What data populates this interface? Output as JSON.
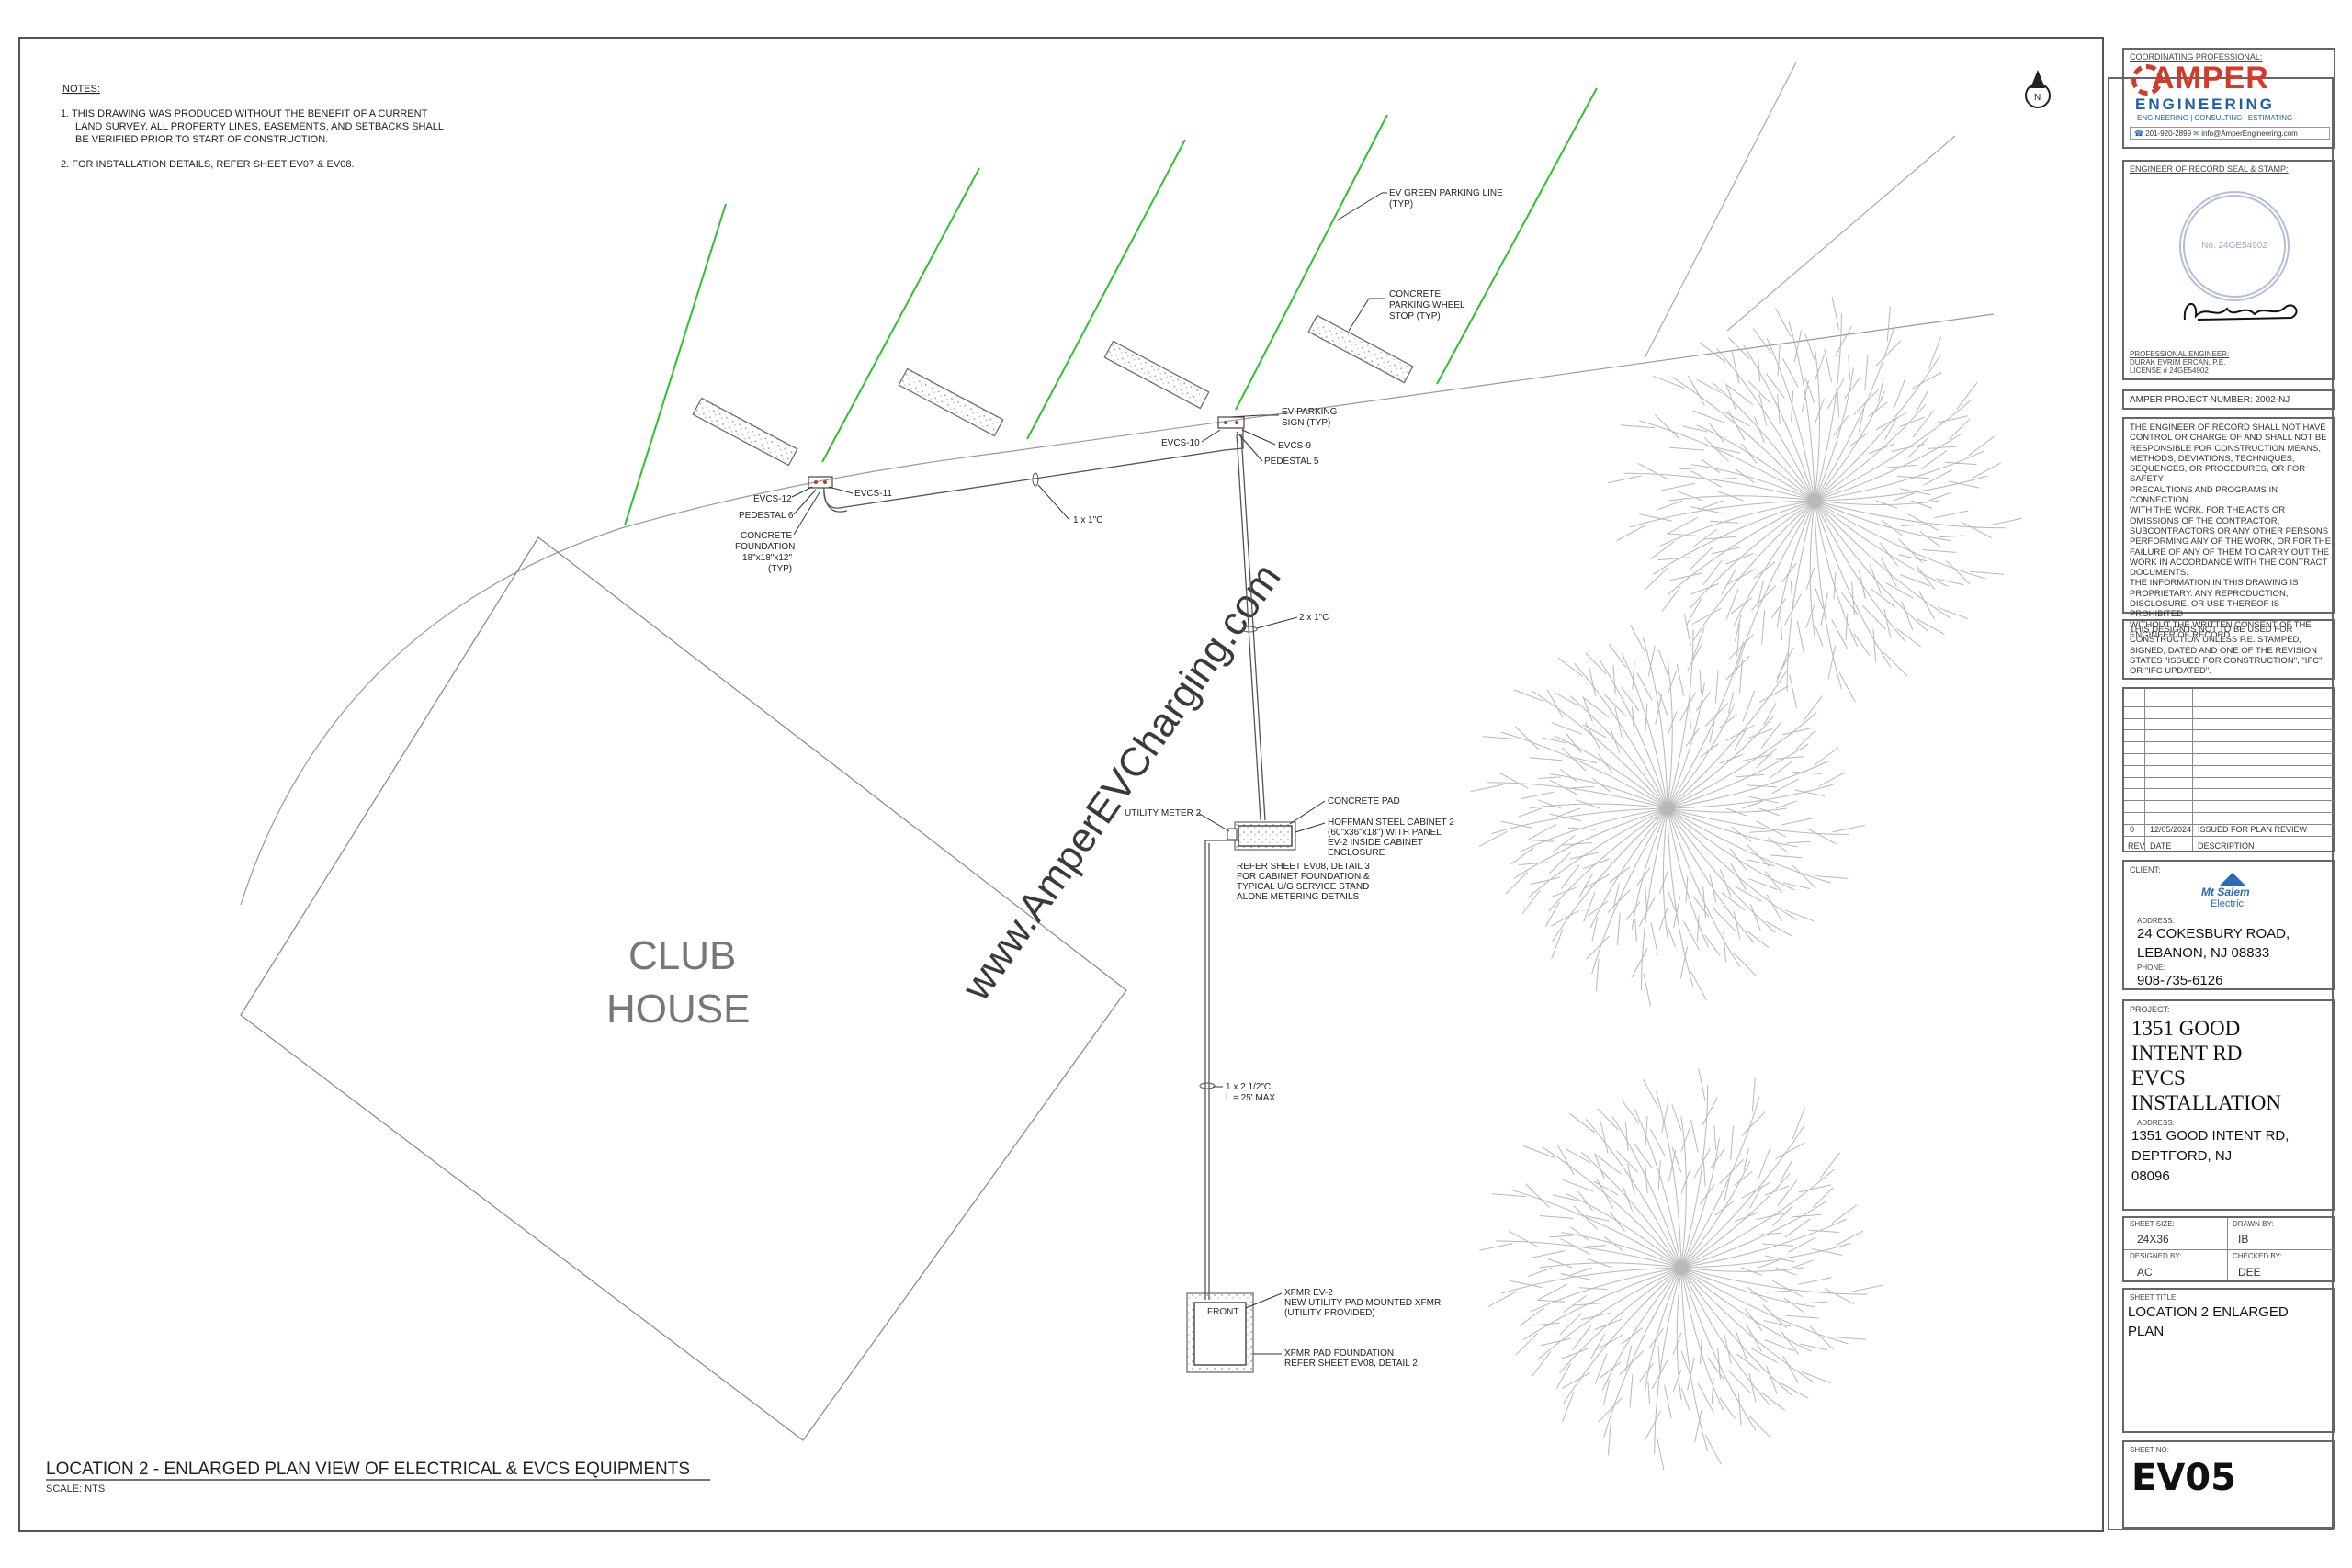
{
  "notes": {
    "header": "NOTES:",
    "item1": [
      "1.  THIS DRAWING WAS PRODUCED WITHOUT THE BENEFIT OF A CURRENT",
      "LAND SURVEY. ALL PROPERTY LINES, EASEMENTS, AND SETBACKS SHALL",
      "BE VERIFIED PRIOR TO START OF CONSTRUCTION."
    ],
    "item2": "2.  FOR INSTALLATION DETAILS, REFER SHEET EV07 & EV08."
  },
  "north_arrow": "N",
  "building": {
    "line1": "CLUB",
    "line2": "HOUSE"
  },
  "watermark": "www.AmperEVCharging.com",
  "labels": {
    "green_line": [
      "EV GREEN PARKING LINE",
      "(TYP)"
    ],
    "wheel_stop": [
      "CONCRETE",
      "PARKING WHEEL",
      "STOP (TYP)"
    ],
    "parking_sign": [
      "EV PARKING",
      "SIGN (TYP)"
    ],
    "evcs10": "EVCS-10",
    "evcs9": "EVCS-9",
    "pedestal5": "PEDESTAL 5",
    "evcs12": "EVCS-12",
    "evcs11": "EVCS-11",
    "pedestal6": "PEDESTAL 6",
    "foundation": [
      "CONCRETE",
      "FOUNDATION",
      "18\"x18\"x12\"",
      "(TYP)"
    ],
    "conduit1": "1 x 1\"C",
    "conduit2": "2 x 1\"C",
    "concrete_pad": "CONCRETE PAD",
    "utility_meter": "UTILITY METER 2",
    "cabinet": [
      "HOFFMAN STEEL CABINET 2",
      "(60\"x36\"x18\") WITH PANEL",
      "EV-2 INSIDE CABINET",
      "ENCLOSURE"
    ],
    "refer_detail3": [
      "REFER SHEET EV08, DETAIL 3",
      "FOR CABINET FOUNDATION &",
      "TYPICAL U/G SERVICE STAND",
      "ALONE METERING DETAILS"
    ],
    "conduit3": [
      "1 x 2 1/2\"C",
      "L = 25' MAX"
    ],
    "front": "FRONT",
    "xfmr": [
      "XFMR EV-2",
      "NEW UTILITY PAD MOUNTED XFMR",
      "(UTILITY PROVIDED)"
    ],
    "xfmr_pad": [
      "XFMR PAD FOUNDATION",
      "REFER SHEET EV08, DETAIL 2"
    ]
  },
  "drawing_title": "LOCATION 2 - ENLARGED PLAN VIEW OF ELECTRICAL & EVCS EQUIPMENTS",
  "scale": "SCALE: NTS",
  "title_block": {
    "coordinating_label": "COORDINATING PROFESSIONAL:",
    "logo_line1": "AMPER",
    "logo_line2": "ENGINEERING",
    "logo_tagline": "ENGINEERING | CONSULTING | ESTIMATING",
    "phone": "201-920-2899",
    "email": "info@AmperEngineering.com",
    "seal_label": "ENGINEER OF RECORD SEAL & STAMP:",
    "seal_number": "No. 24GE54902",
    "pe_label": "PROFESSIONAL ENGINEER:",
    "pe_name": "DURAK EVRIM ERCAN, P.E.",
    "pe_license": "LICENSE # 24GE54902",
    "project_number": "AMPER PROJECT NUMBER: 2002-NJ",
    "disclaimer": [
      "THE ENGINEER OF RECORD SHALL NOT HAVE",
      "CONTROL OR CHARGE OF AND SHALL NOT BE",
      "RESPONSIBLE FOR CONSTRUCTION MEANS,",
      "METHODS, DEVIATIONS, TECHNIQUES,",
      "SEQUENCES, OR PROCEDURES, OR FOR SAFETY",
      "PRECAUTIONS AND PROGRAMS IN CONNECTION",
      "WITH THE WORK, FOR THE ACTS OR",
      "OMISSIONS OF THE CONTRACTOR,",
      "SUBCONTRACTORS OR ANY OTHER PERSONS",
      "PERFORMING ANY OF THE WORK, OR FOR THE",
      "FAILURE OF ANY OF THEM TO CARRY OUT THE",
      "WORK IN ACCORDANCE WITH THE CONTRACT",
      "DOCUMENTS.",
      "THE INFORMATION IN THIS DRAWING IS",
      "PROPRIETARY. ANY REPRODUCTION,",
      "DISCLOSURE, OR USE THEREOF IS PROHIBITED",
      "WITHOUT THE WRITTEN CONSENT OF THE",
      "ENGINEER OF RECORD."
    ],
    "construction_note": [
      "THIS DESIGN IS NOT TO BE USED FOR",
      "CONSTRUCTION UNLESS P.E. STAMPED,",
      "SIGNED, DATED AND ONE OF THE REVISION",
      "STATES \"ISSUED FOR CONSTRUCTION\", \"IFC\"",
      "OR \"IFC UPDATED\"."
    ],
    "revision": {
      "rev": "0",
      "date": "12/05/2024",
      "description": "ISSUED FOR PLAN REVIEW",
      "h_rev": "REV",
      "h_date": "DATE",
      "h_desc": "DESCRIPTION"
    },
    "client_label": "CLIENT:",
    "client_logo1": "Mt Salem",
    "client_logo2": "Electric",
    "address_label": "ADDRESS:",
    "client_address": [
      "24 COKESBURY ROAD,",
      "LEBANON, NJ 08833"
    ],
    "phone_label": "PHONE:",
    "client_phone": "908-735-6126",
    "project_label": "PROJECT:",
    "project_name": [
      "1351 GOOD",
      "INTENT RD",
      "EVCS",
      "INSTALLATION"
    ],
    "project_address_label": "ADDRESS:",
    "project_address": [
      "1351 GOOD INTENT RD,",
      "DEPTFORD, NJ",
      "08096"
    ],
    "sheet_size_label": "SHEET SIZE:",
    "sheet_size": "24X36",
    "drawn_by_label": "DRAWN BY:",
    "drawn_by": "IB",
    "designed_by_label": "DESIGNED BY:",
    "designed_by": "AC",
    "checked_by_label": "CHECKED BY:",
    "checked_by": "DEE",
    "sheet_title_label": "SHEET TITLE:",
    "sheet_title": [
      "LOCATION 2 ENLARGED",
      "PLAN"
    ],
    "sheet_no_label": "SHEET NO:",
    "sheet_no": "EV05"
  }
}
